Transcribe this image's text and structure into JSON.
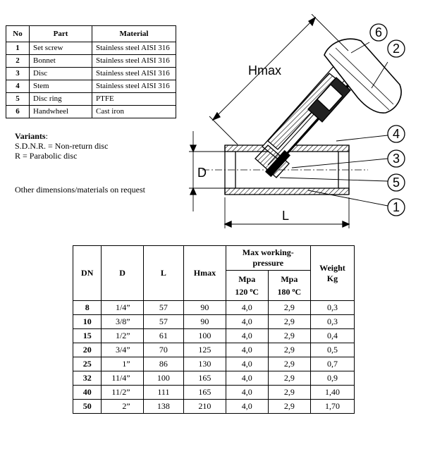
{
  "parts_table": {
    "headers": [
      "No",
      "Part",
      "Material"
    ],
    "rows": [
      {
        "no": "1",
        "part": "Set screw",
        "material": "Stainless steel AISI 316"
      },
      {
        "no": "2",
        "part": "Bonnet",
        "material": "Stainless steel AISI 316"
      },
      {
        "no": "3",
        "part": "Disc",
        "material": "Stainless steel AISI 316"
      },
      {
        "no": "4",
        "part": "Stem",
        "material": "Stainless steel AISI 316"
      },
      {
        "no": "5",
        "part": "Disc ring",
        "material": "PTFE"
      },
      {
        "no": "6",
        "part": "Handwheel",
        "material": "Cast iron"
      }
    ]
  },
  "variants": {
    "heading": "Variants",
    "lines": [
      "S.D.N.R. = Non-return disc",
      "R = Parabolic disc"
    ]
  },
  "other_note": "Other dimensions/materials on request",
  "drawing": {
    "hmax_label": "Hmax",
    "d_label": "D",
    "l_label": "L",
    "callouts": [
      "6",
      "2",
      "4",
      "3",
      "5",
      "1"
    ]
  },
  "dim_table": {
    "headers": {
      "dn": "DN",
      "d": "D",
      "l": "L",
      "hmax": "Hmax",
      "pressure_group": "Max working-pressure",
      "mpa": "Mpa",
      "t120": "120",
      "t180": "180",
      "deg": "o",
      "unit": "C",
      "weight": "Weight Kg"
    },
    "rows": [
      {
        "dn": "8",
        "d": "1/4”",
        "l": "57",
        "hmax": "90",
        "p120": "4,0",
        "p180": "2,9",
        "kg": "0,3"
      },
      {
        "dn": "10",
        "d": "3/8”",
        "l": "57",
        "hmax": "90",
        "p120": "4,0",
        "p180": "2,9",
        "kg": "0,3"
      },
      {
        "dn": "15",
        "d": "1/2”",
        "l": "61",
        "hmax": "100",
        "p120": "4,0",
        "p180": "2,9",
        "kg": "0,4"
      },
      {
        "dn": "20",
        "d": "3/4”",
        "l": "70",
        "hmax": "125",
        "p120": "4,0",
        "p180": "2,9",
        "kg": "0,5"
      },
      {
        "dn": "25",
        "d": "1”",
        "l": "86",
        "hmax": "130",
        "p120": "4,0",
        "p180": "2,9",
        "kg": "0,7"
      },
      {
        "dn": "32",
        "d": "11/4”",
        "l": "100",
        "hmax": "165",
        "p120": "4,0",
        "p180": "2,9",
        "kg": "0,9"
      },
      {
        "dn": "40",
        "d": "11/2”",
        "l": "111",
        "hmax": "165",
        "p120": "4,0",
        "p180": "2,9",
        "kg": "1,40"
      },
      {
        "dn": "50",
        "d": "2”",
        "l": "138",
        "hmax": "210",
        "p120": "4,0",
        "p180": "2,9",
        "kg": "1,70"
      }
    ]
  }
}
